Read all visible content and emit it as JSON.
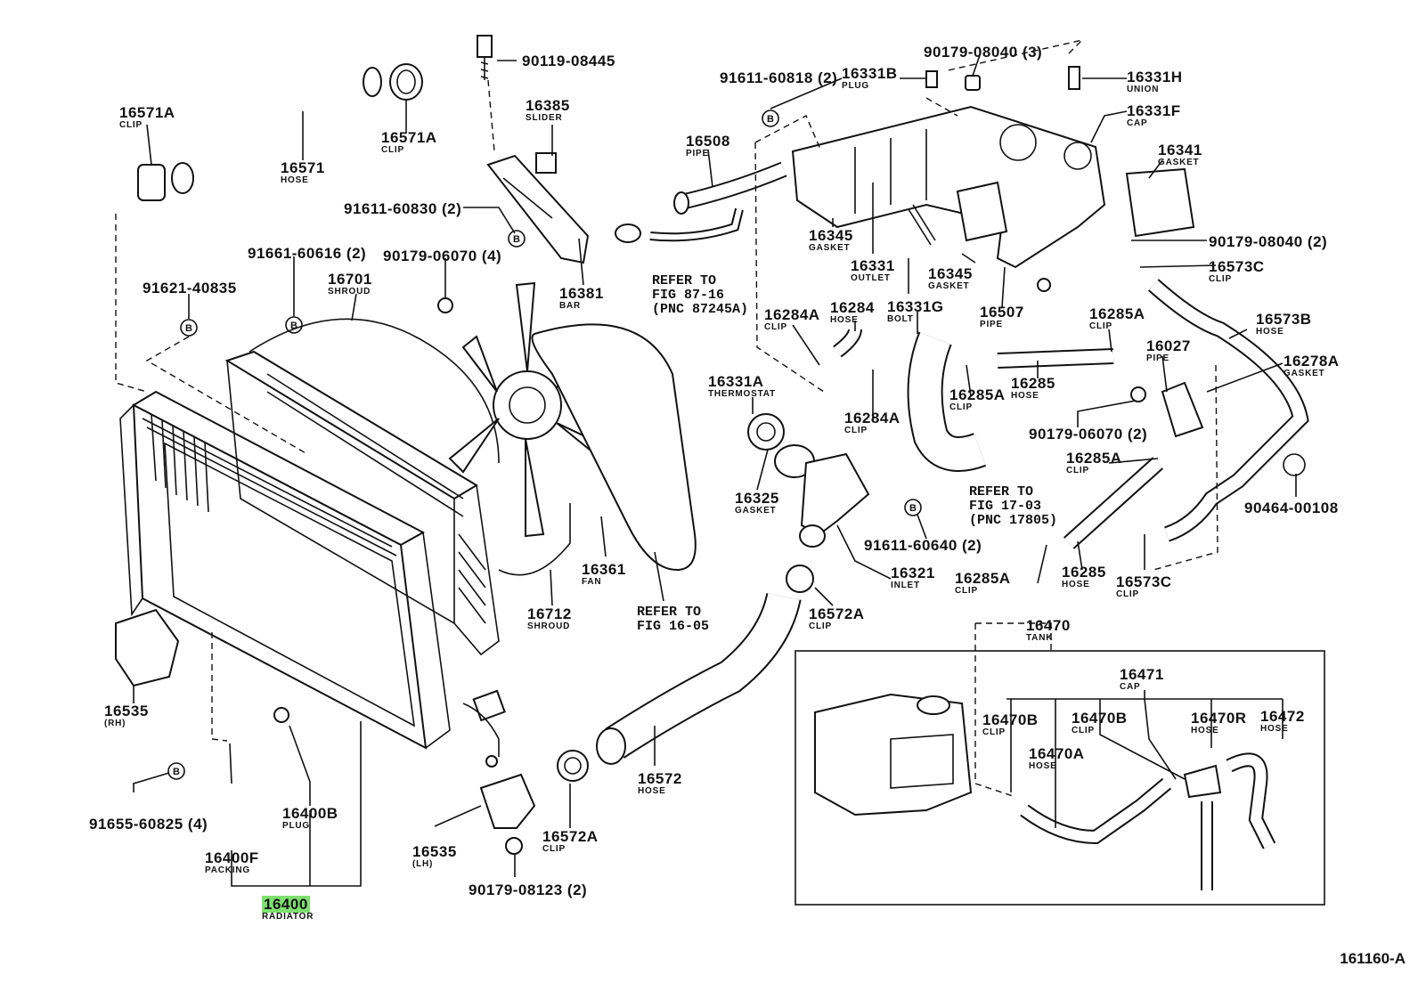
{
  "diagram_code": "161160-A",
  "refs": {
    "fig_87_16": "REFER TO\nFIG 87-16\n(PNC 87245A)",
    "fig_17_03": "REFER TO\nFIG 17-03\n(PNC 17805)",
    "fig_16_05": "REFER TO\nFIG 16-05"
  },
  "parts": [
    {
      "number": "90119-08445",
      "name": ""
    },
    {
      "number": "16385",
      "name": "SLIDER"
    },
    {
      "number": "16571A",
      "name": "CLIP"
    },
    {
      "number": "16571A",
      "name": "CLIP"
    },
    {
      "number": "16571",
      "name": "HOSE"
    },
    {
      "number": "91611-60830 (2)",
      "name": ""
    },
    {
      "number": "16381",
      "name": "BAR"
    },
    {
      "number": "91661-60616 (2)",
      "name": ""
    },
    {
      "number": "90179-06070 (4)",
      "name": ""
    },
    {
      "number": "91621-40835",
      "name": ""
    },
    {
      "number": "16701",
      "name": "SHROUD"
    },
    {
      "number": "91611-60818 (2)",
      "name": ""
    },
    {
      "number": "16331B",
      "name": "PLUG"
    },
    {
      "number": "90179-08040 (3)",
      "name": ""
    },
    {
      "number": "16331H",
      "name": "UNION"
    },
    {
      "number": "16331F",
      "name": "CAP"
    },
    {
      "number": "16341",
      "name": "GASKET"
    },
    {
      "number": "16508",
      "name": "PIPE"
    },
    {
      "number": "16345",
      "name": "GASKET"
    },
    {
      "number": "16331",
      "name": "OUTLET"
    },
    {
      "number": "16345",
      "name": "GASKET"
    },
    {
      "number": "90179-08040 (2)",
      "name": ""
    },
    {
      "number": "16573C",
      "name": "CLIP"
    },
    {
      "number": "16284A",
      "name": "CLIP"
    },
    {
      "number": "16284",
      "name": "HOSE"
    },
    {
      "number": "16331G",
      "name": "BOLT"
    },
    {
      "number": "16507",
      "name": "PIPE"
    },
    {
      "number": "16285A",
      "name": "CLIP"
    },
    {
      "number": "16573B",
      "name": "HOSE"
    },
    {
      "number": "16027",
      "name": "PIPE"
    },
    {
      "number": "16278A",
      "name": "GASKET"
    },
    {
      "number": "16331A",
      "name": "THERMOSTAT"
    },
    {
      "number": "16285A",
      "name": "CLIP"
    },
    {
      "number": "16285",
      "name": "HOSE"
    },
    {
      "number": "16284A",
      "name": "CLIP"
    },
    {
      "number": "90179-06070 (2)",
      "name": ""
    },
    {
      "number": "16285A",
      "name": "CLIP"
    },
    {
      "number": "90464-00108",
      "name": ""
    },
    {
      "number": "16325",
      "name": "GASKET"
    },
    {
      "number": "91611-60640 (2)",
      "name": ""
    },
    {
      "number": "16321",
      "name": "INLET"
    },
    {
      "number": "16285A",
      "name": "CLIP"
    },
    {
      "number": "16285",
      "name": "HOSE"
    },
    {
      "number": "16573C",
      "name": "CLIP"
    },
    {
      "number": "16361",
      "name": "FAN"
    },
    {
      "number": "16712",
      "name": "SHROUD"
    },
    {
      "number": "16572A",
      "name": "CLIP"
    },
    {
      "number": "16470",
      "name": "TANK"
    },
    {
      "number": "16471",
      "name": "CAP"
    },
    {
      "number": "16470B",
      "name": "CLIP"
    },
    {
      "number": "16470B",
      "name": "CLIP"
    },
    {
      "number": "16470R",
      "name": "HOSE"
    },
    {
      "number": "16472",
      "name": "HOSE"
    },
    {
      "number": "16470A",
      "name": "HOSE"
    },
    {
      "number": "16535",
      "name": "(RH)"
    },
    {
      "number": "16572",
      "name": "HOSE"
    },
    {
      "number": "91655-60825 (4)",
      "name": ""
    },
    {
      "number": "16400B",
      "name": "PLUG"
    },
    {
      "number": "16400F",
      "name": "PACKING"
    },
    {
      "number": "16535",
      "name": "(LH)"
    },
    {
      "number": "16572A",
      "name": "CLIP"
    },
    {
      "number": "90179-08123 (2)",
      "name": ""
    },
    {
      "number": "16400",
      "name": "RADIATOR",
      "highlighted": true
    }
  ]
}
